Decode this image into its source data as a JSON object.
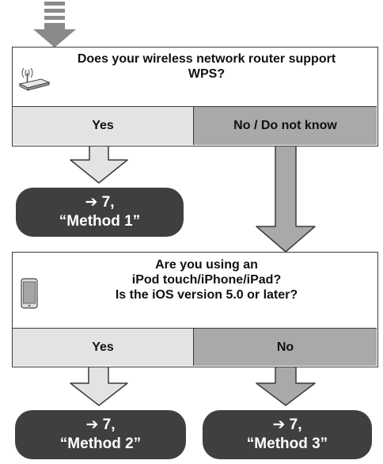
{
  "diagram": {
    "question1": {
      "text_line1": "Does your wireless network router support",
      "text_line2": "WPS?",
      "icon": "router-icon",
      "yes_label": "Yes",
      "no_label": "No / Do not know"
    },
    "result1": {
      "arrow": "➔ 7,",
      "method": "“Method 1”"
    },
    "question2": {
      "text_line1": "Are you using an",
      "text_line2": "iPod touch/iPhone/iPad?",
      "text_line3": "Is the iOS version 5.0 or later?",
      "icon": "smartphone-icon",
      "yes_label": "Yes",
      "no_label": "No"
    },
    "result2": {
      "arrow": "➔ 7,",
      "method": "“Method 2”"
    },
    "result3": {
      "arrow": "➔ 7,",
      "method": "“Method 3”"
    },
    "colors": {
      "yes_fill": "#e3e3e3",
      "no_fill": "#a9a9a9",
      "result_fill": "#3f3f3f",
      "start_arrow": "#8a8a8a"
    }
  }
}
